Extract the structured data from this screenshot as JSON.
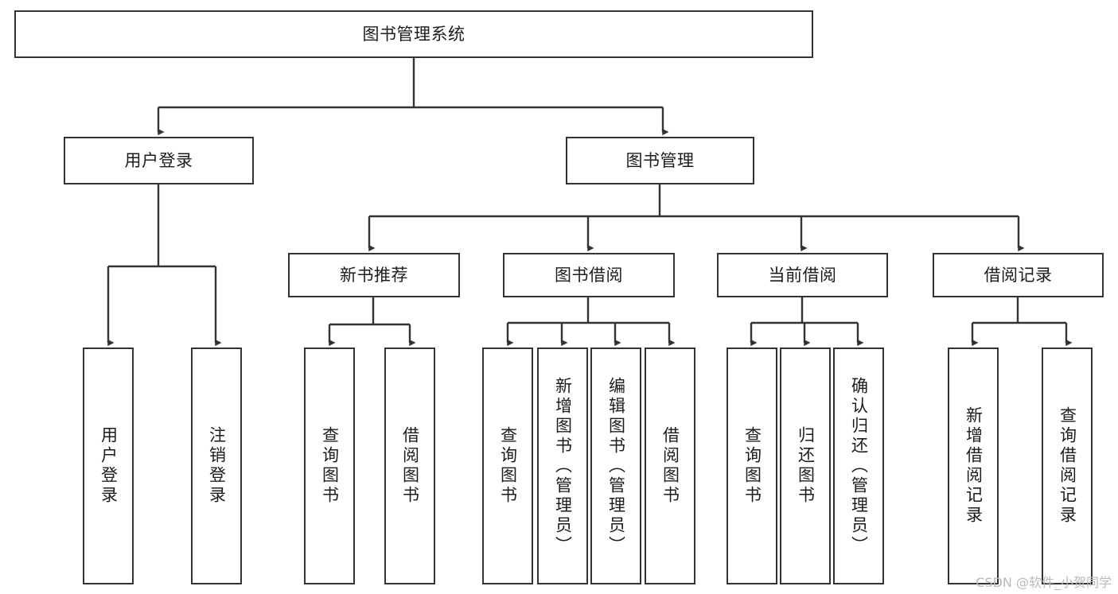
{
  "diagram": {
    "type": "tree",
    "title": "图书管理系统",
    "watermark": "CSDN @软件_小贺同学",
    "colors": {
      "box_border": "#333333",
      "box_fill": "#ffffff",
      "edge": "#333333",
      "text": "#1c1c1c",
      "watermark": "#b8b8b8"
    },
    "nodes": {
      "root": {
        "label": "图书管理系统"
      },
      "level1": [
        {
          "id": "user-login",
          "label": "用户登录"
        },
        {
          "id": "book-manage",
          "label": "图书管理"
        }
      ],
      "level2": [
        {
          "id": "new-book-rec",
          "label": "新书推荐",
          "parent": "book-manage"
        },
        {
          "id": "book-borrow",
          "label": "图书借阅",
          "parent": "book-manage"
        },
        {
          "id": "current-borrow",
          "label": "当前借阅",
          "parent": "book-manage"
        },
        {
          "id": "borrow-record",
          "label": "借阅记录",
          "parent": "book-manage"
        }
      ],
      "leaves": [
        {
          "id": "leaf-user-login",
          "label": "用户登录",
          "parent": "user-login"
        },
        {
          "id": "leaf-logout-login",
          "label": "注销登录",
          "parent": "user-login"
        },
        {
          "id": "leaf-query-book-1",
          "label": "查询图书",
          "parent": "new-book-rec"
        },
        {
          "id": "leaf-borrow-book-1",
          "label": "借阅图书",
          "parent": "new-book-rec"
        },
        {
          "id": "leaf-query-book-2",
          "label": "查询图书",
          "parent": "book-borrow"
        },
        {
          "id": "leaf-add-book",
          "label": "新增图书（管理员）",
          "parent": "book-borrow"
        },
        {
          "id": "leaf-edit-book",
          "label": "编辑图书（管理员）",
          "parent": "book-borrow"
        },
        {
          "id": "leaf-borrow-book-2",
          "label": "借阅图书",
          "parent": "book-borrow"
        },
        {
          "id": "leaf-query-book-3",
          "label": "查询图书",
          "parent": "current-borrow"
        },
        {
          "id": "leaf-return-book",
          "label": "归还图书",
          "parent": "current-borrow"
        },
        {
          "id": "leaf-confirm-return",
          "label": "确认归还（管理员）",
          "parent": "current-borrow"
        },
        {
          "id": "leaf-add-record",
          "label": "新增借阅记录",
          "parent": "borrow-record"
        },
        {
          "id": "leaf-query-record",
          "label": "查询借阅记录",
          "parent": "borrow-record"
        }
      ]
    }
  }
}
